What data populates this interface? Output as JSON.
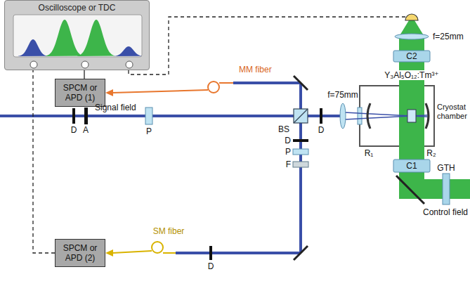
{
  "diagram": {
    "nodes": [
      {
        "text": [
          "Oscilloscope or TDC"
        ]
      },
      {
        "text": [
          "SPCM or APD (1)"
        ]
      },
      {
        "text": [
          "SPCM or APD (2)"
        ]
      }
    ],
    "edges": [
      {
        "from": 1,
        "to": 0,
        "arrow": "none"
      },
      {
        "from": 2,
        "to": 0,
        "arrow": "none"
      }
    ],
    "labels": [
      "f=25mm",
      "C2",
      "MM fiber",
      "Y₃Al₅O₁₂:Tm³⁺",
      "f=75mm",
      "Signal field",
      "Cryostat chamber",
      "D",
      "A",
      "P",
      "BS",
      "D",
      "R₁",
      "R₂",
      "D",
      "P",
      "F",
      "C1",
      "GTH",
      "Control field",
      "SM fiber",
      "D"
    ]
  }
}
